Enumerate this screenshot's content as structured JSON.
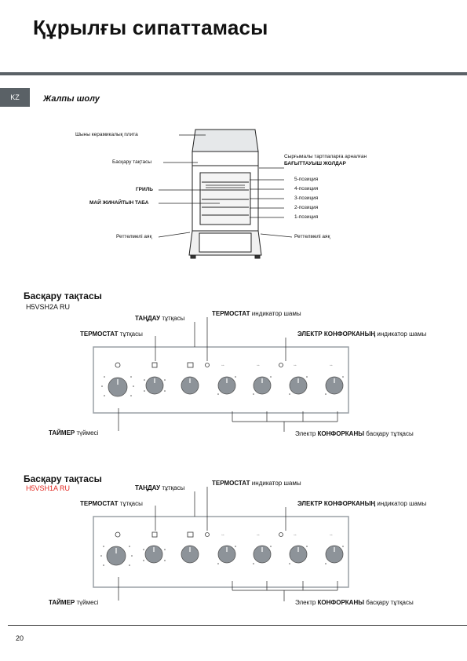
{
  "page": {
    "title": "Құрылғы сипаттамасы",
    "lang_tab": "KZ",
    "page_number": "20"
  },
  "overview": {
    "heading": "Жалпы шолу",
    "labels": {
      "glass_ceramic_hob": "Шыны керамикалық плита",
      "control_panel": "Басқару тақтасы",
      "grill": "ГРИЛЬ",
      "drip_tray": "МАЙ ЖИНАЙТЫН ТАБА",
      "adjustable_foot_left": "Реттелмелі аяқ",
      "adjustable_foot_right": "Реттелмелі аяқ",
      "rack_guides_line1": "Сырғымалы тартпаларға арналған",
      "rack_guides_line2": "БАҒЫТТАУЫШ ЖОЛДАР",
      "pos5": "5-позиция",
      "pos4": "4-позиция",
      "pos3": "3-позиция",
      "pos2": "2-позиция",
      "pos1": "1-позиция"
    }
  },
  "panel1": {
    "heading": "Басқару тақтасы",
    "model": "H5VSH2A RU",
    "selector_knob_bold": "ТАҢДАУ",
    "selector_knob_rest": " тұтқасы",
    "thermostat_indicator_bold": "ТЕРМОСТАТ",
    "thermostat_indicator_rest": " индикатор шамы",
    "thermostat_knob_bold": "ТЕРМОСТАТ",
    "thermostat_knob_rest": " тұтқасы",
    "hob_indicator_bold": "ЭЛЕКТР КОНФОРКАНЫҢ",
    "hob_indicator_rest": " индикатор шамы",
    "timer_bold": "ТАЙМЕР",
    "timer_rest": " түймесі",
    "hob_knobs_pre": "Электр ",
    "hob_knobs_bold": "КОНФОРКАНЫ",
    "hob_knobs_rest": " басқару тұтқасы"
  },
  "panel2": {
    "heading": "Басқару тақтасы",
    "model": "H5VSH1A RU",
    "selector_knob_bold": "ТАҢДАУ",
    "selector_knob_rest": " тұтқасы",
    "thermostat_indicator_bold": "ТЕРМОСТАТ",
    "thermostat_indicator_rest": " индикатор шамы",
    "thermostat_knob_bold": "ТЕРМОСТАТ",
    "thermostat_knob_rest": " тұтқасы",
    "hob_indicator_bold": "ЭЛЕКТР КОНФОРКАНЫҢ",
    "hob_indicator_rest": " индикатор шамы",
    "timer_bold": "ТАЙМЕР",
    "timer_rest": " түймесі",
    "hob_knobs_pre": "Электр ",
    "hob_knobs_bold": "КОНФОРКАНЫ",
    "hob_knobs_rest": " басқару тұтқасы"
  },
  "colors": {
    "rule_gray": "#5a6166",
    "model_red": "#e2261f",
    "panel_border": "#9aa0a6"
  }
}
